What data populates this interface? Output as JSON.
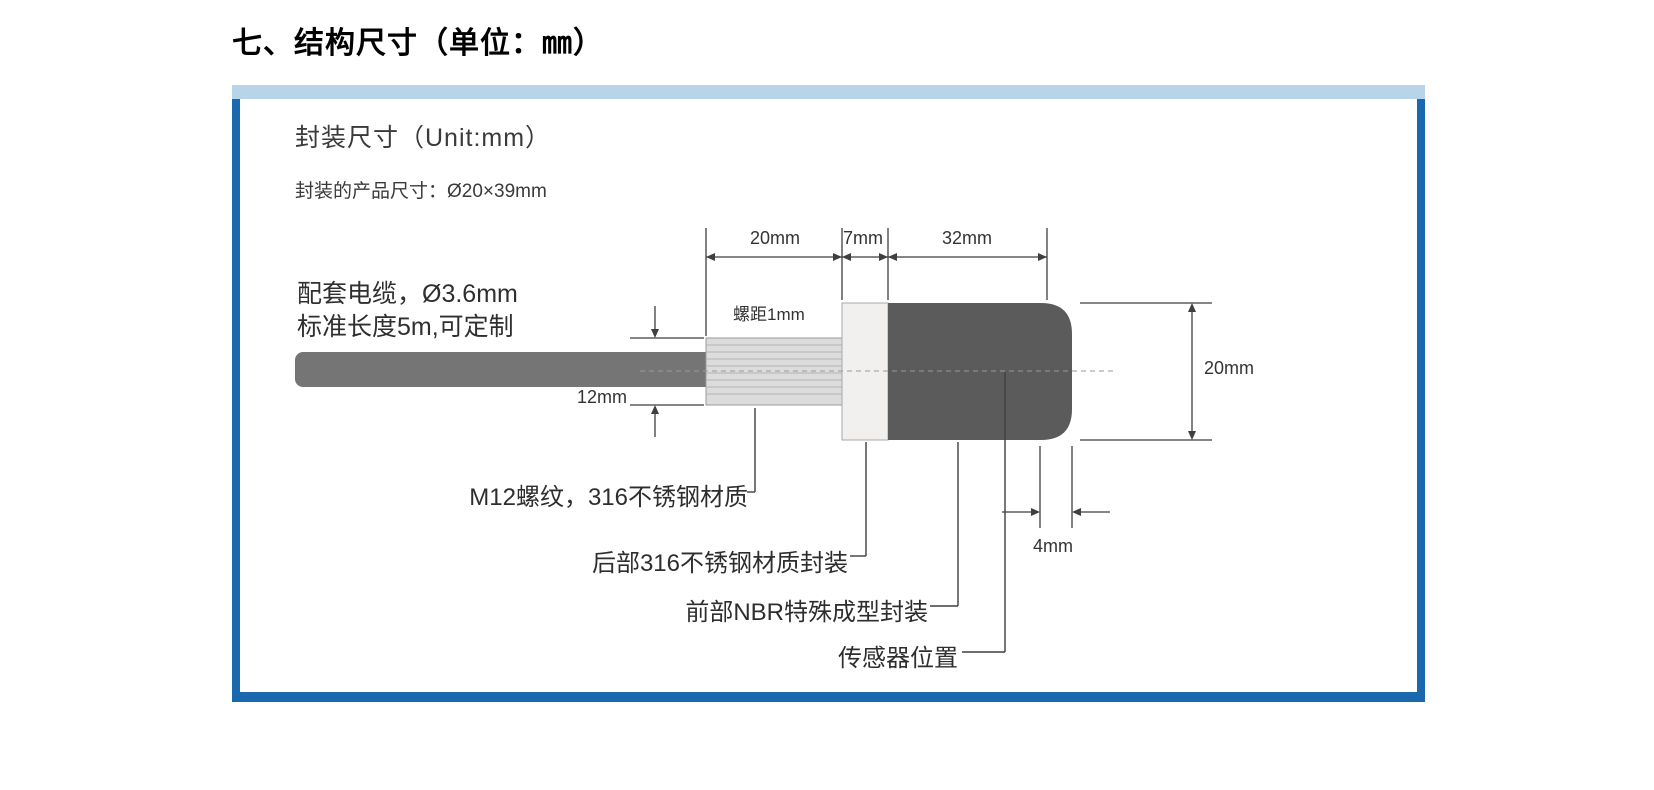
{
  "title": "七、结构尺寸（单位：㎜）",
  "panel": {
    "heading": "封装尺寸（Unit:mm）",
    "subheading": "封装的产品尺寸：Ø20×39mm"
  },
  "diagram": {
    "cable_note": {
      "line1": "配套电缆，Ø3.6mm",
      "line2": "标准长度5m,可定制"
    },
    "thread_pitch": "螺距1mm",
    "dims": {
      "top_left": "20mm",
      "top_mid": "7mm",
      "top_right": "32mm",
      "left": "12mm",
      "right": "20mm",
      "bottom": "4mm"
    },
    "callouts": {
      "thread": "M12螺纹，316不锈钢材质",
      "rear": "后部316不锈钢材质封装",
      "front": "前部NBR特殊成型封装",
      "sensor": "传感器位置"
    }
  },
  "colors": {
    "frame_blue": "#1a68ad",
    "top_strip_blue": "#b7d4e9",
    "body_dark_gray": "#5b5b5b",
    "cable_gray": "#757575",
    "thread_light_gray": "#dcdcdc"
  }
}
